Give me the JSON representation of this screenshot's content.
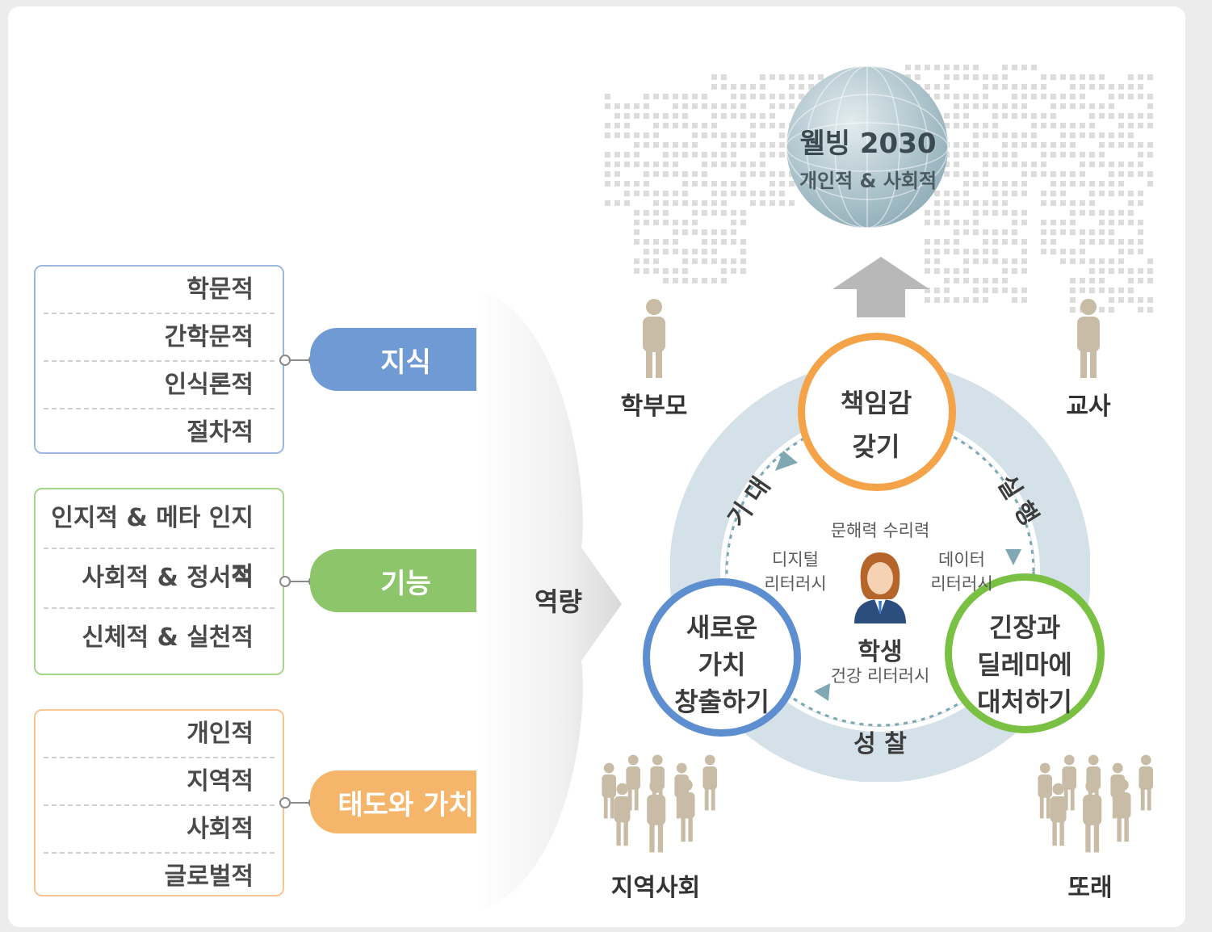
{
  "categories": [
    {
      "tag": "지식",
      "color": "#6f9ad4",
      "border": "#9cb8e0",
      "items": [
        "학문적",
        "간학문적",
        "인식론적",
        "절차적"
      ]
    },
    {
      "tag": "기능",
      "color": "#8cc56a",
      "border": "#a6d48a",
      "items": [
        "인지적 & 메타 인지적",
        "사회적 & 정서적",
        "신체적 & 실천적"
      ]
    },
    {
      "tag": "태도와 가치",
      "color": "#f5b56a",
      "border": "#f7c690",
      "items": [
        "개인적",
        "지역적",
        "사회적",
        "글로벌적"
      ]
    }
  ],
  "competency_label": "역량",
  "globe": {
    "title": "웰빙 2030",
    "subtitle": "개인적 & 사회적"
  },
  "people": {
    "parents": "학부모",
    "teacher": "교사",
    "community": "지역사회",
    "peers": "또래"
  },
  "cycle": {
    "top": [
      "책임감",
      "갖기"
    ],
    "right": [
      "긴장과",
      "딜레마에",
      "대처하기"
    ],
    "left": [
      "새로운",
      "가치",
      "창출하기"
    ],
    "arc_left": "기 대",
    "arc_right": "실 행",
    "arc_bottom": "성 찰",
    "center_label": "학생",
    "literacies": {
      "numeracy": "문해력 수리력",
      "digital": [
        "디지털",
        "리터러시"
      ],
      "data": [
        "데이터",
        "리터러시"
      ],
      "health": "건강 리터러시"
    }
  },
  "colors": {
    "top_circle": "#f5a349",
    "right_circle": "#7ac143",
    "left_circle": "#5d8fd0",
    "ring": "#d5e1e8"
  }
}
